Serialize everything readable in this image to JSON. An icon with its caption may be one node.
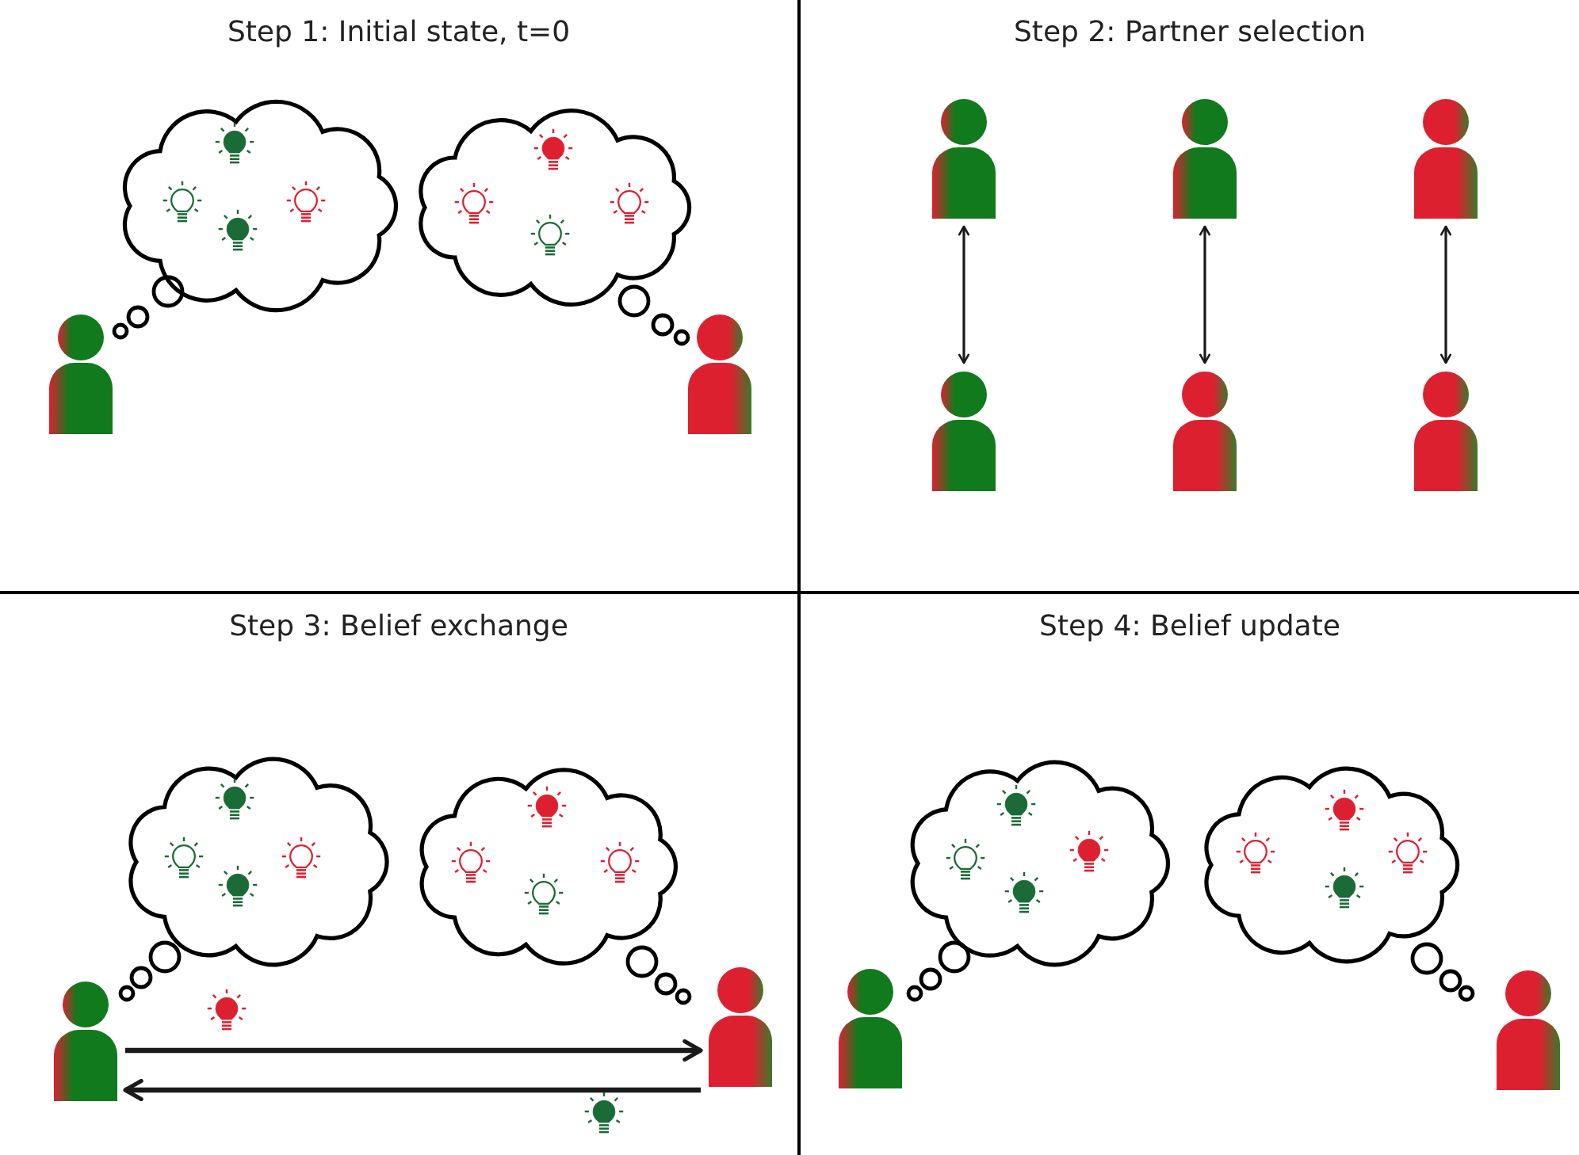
{
  "diagram": {
    "nodes": [
      {
        "text": [
          "Step 1: Initial state, t=0"
        ]
      },
      {
        "text": [],
        "shape": "person",
        "in": 0
      },
      {
        "text": [],
        "shape": "person",
        "in": 0
      },
      {
        "text": [
          "Step 2: Partner selection"
        ]
      },
      {
        "text": [],
        "shape": "person",
        "in": 3
      },
      {
        "text": [],
        "shape": "person",
        "in": 3
      },
      {
        "text": [],
        "shape": "person",
        "in": 3
      },
      {
        "text": [],
        "shape": "person",
        "in": 3
      },
      {
        "text": [],
        "shape": "person",
        "in": 3
      },
      {
        "text": [],
        "shape": "person",
        "in": 3
      },
      {
        "text": [
          "Step 3: Belief exchange"
        ]
      },
      {
        "text": [],
        "shape": "person",
        "in": 10
      },
      {
        "text": [],
        "shape": "person",
        "in": 10
      },
      {
        "text": [
          "Step 4: Belief update"
        ]
      },
      {
        "text": [],
        "shape": "person",
        "in": 13
      },
      {
        "text": [],
        "shape": "person",
        "in": 13
      }
    ],
    "edges": [
      {
        "from": 4,
        "to": 7,
        "arrow": "both"
      },
      {
        "from": 5,
        "to": 8,
        "arrow": "both"
      },
      {
        "from": 6,
        "to": 9,
        "arrow": "both"
      },
      {
        "from": 11,
        "to": 12,
        "arrow": "to",
        "style": "thick"
      },
      {
        "from": 12,
        "to": 11,
        "arrow": "to",
        "style": "thick"
      }
    ]
  }
}
